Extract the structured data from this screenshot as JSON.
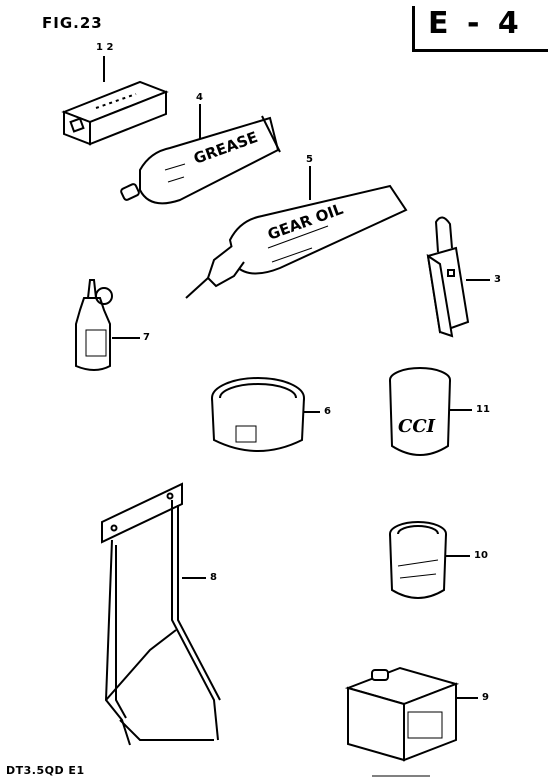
{
  "header": {
    "figure_label": "FIG.23",
    "section_label": "E - 4"
  },
  "footer": {
    "model_code": "DT3.5QD E1"
  },
  "parts": {
    "p12": {
      "callout": "1  2"
    },
    "p4": {
      "callout": "4",
      "label_text": "GREASE"
    },
    "p5": {
      "callout": "5",
      "label_text": "GEAR OIL"
    },
    "p3": {
      "callout": "3"
    },
    "p7": {
      "callout": "7"
    },
    "p6": {
      "callout": "6"
    },
    "p11": {
      "callout": "11",
      "label_text": "CCI"
    },
    "p8": {
      "callout": "8"
    },
    "p10": {
      "callout": "10"
    },
    "p9": {
      "callout": "9"
    }
  }
}
